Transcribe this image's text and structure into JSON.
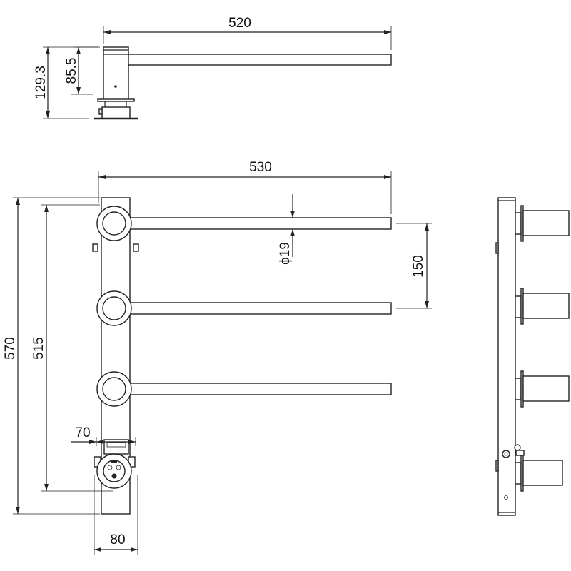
{
  "title": "Swivel heated towel rail – dimension drawing",
  "dimensions": {
    "top_width": "520",
    "top_height_total": "129.3",
    "top_height_body": "85.5",
    "front_width": "530",
    "bar_diameter": "ϕ19",
    "bar_spacing": "150",
    "total_height": "570",
    "inner_height": "515",
    "box_width": "70",
    "column_width": "80"
  },
  "colors": {
    "line": "#222222",
    "background": "#ffffff"
  }
}
